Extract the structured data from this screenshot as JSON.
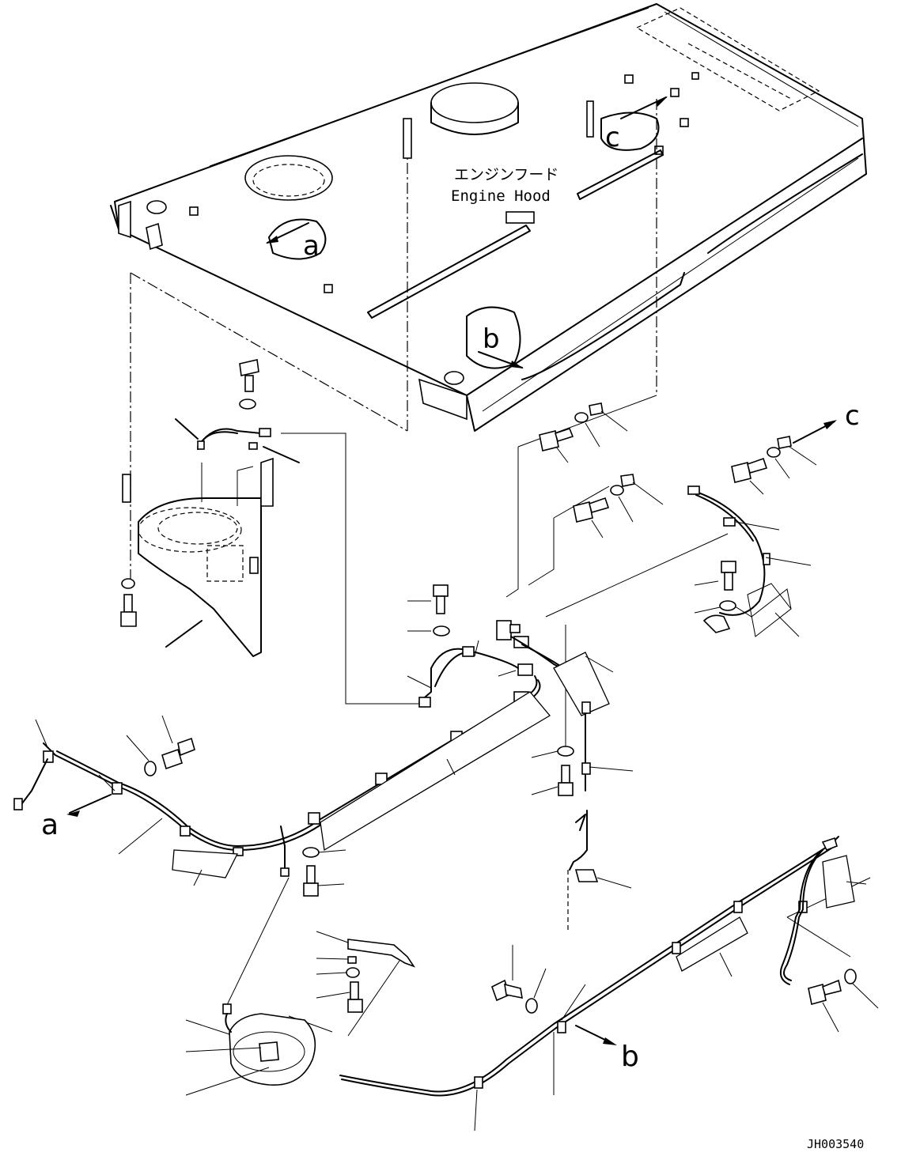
{
  "labels": {
    "hood_jp": "エンジンフード",
    "hood_en": "Engine Hood",
    "drawing_id": "JH003540"
  },
  "callouts": {
    "a_top": "a",
    "b_top": "b",
    "c_top": "c",
    "a_bottom": "a",
    "b_bottom": "b",
    "c_right": "c"
  }
}
